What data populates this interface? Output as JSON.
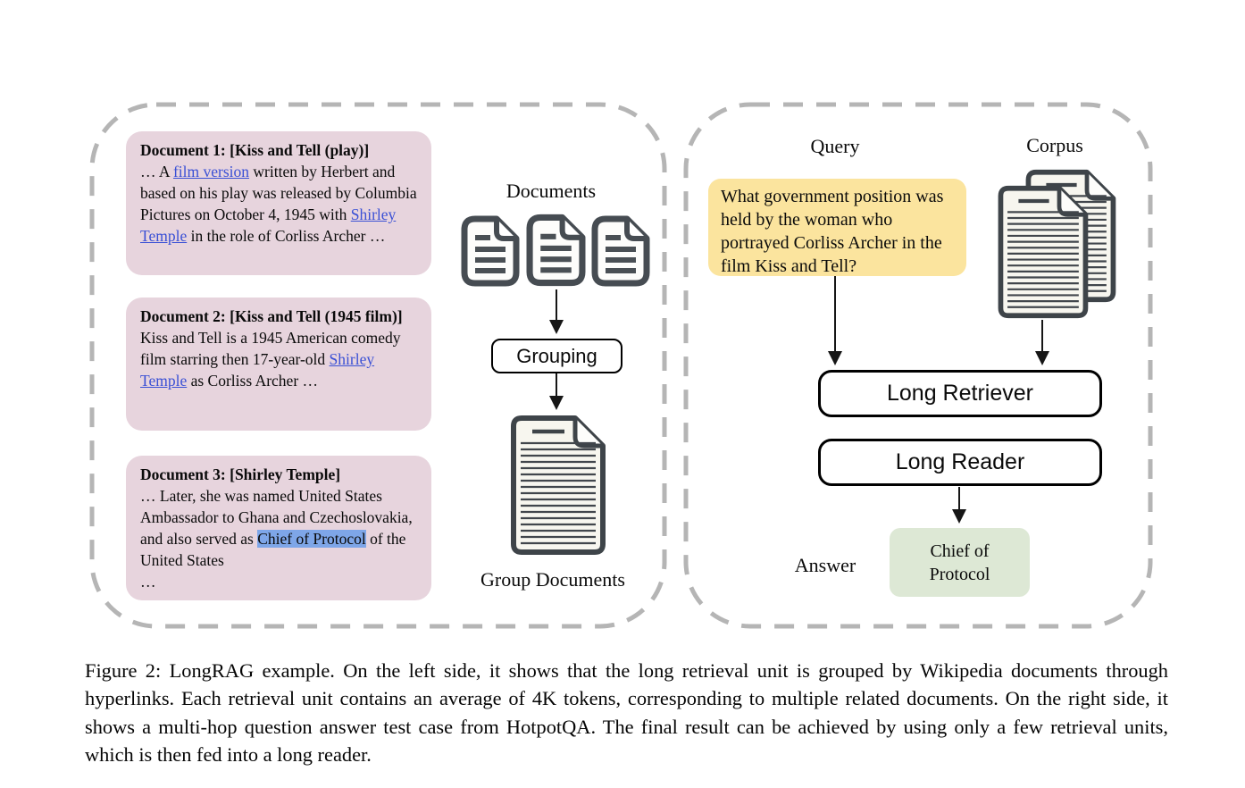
{
  "figure": {
    "left_panel": {
      "documents_label": "Documents",
      "grouping_label": "Grouping",
      "group_documents_label": "Group Documents",
      "cards": [
        {
          "title": "Document 1: [Kiss and Tell (play)]",
          "segments": [
            {
              "text": "… A ",
              "style": "plain"
            },
            {
              "text": "film version",
              "style": "link"
            },
            {
              "text": " written by Herbert and based on his play was released by Columbia Pictures on October 4, 1945 with ",
              "style": "plain"
            },
            {
              "text": "Shirley Temple",
              "style": "link"
            },
            {
              "text": " in the role of Corliss Archer …",
              "style": "plain"
            }
          ]
        },
        {
          "title": "Document 2: [Kiss and Tell (1945 film)]",
          "segments": [
            {
              "text": "Kiss and Tell is a 1945 American comedy film starring then 17-year-old ",
              "style": "plain"
            },
            {
              "text": "Shirley Temple",
              "style": "link"
            },
            {
              "text": " as Corliss Archer …",
              "style": "plain"
            }
          ]
        },
        {
          "title": "Document 3: [Shirley Temple]",
          "segments": [
            {
              "text": "… Later, she was named United States Ambassador to Ghana and Czechoslovakia, and also served as ",
              "style": "plain"
            },
            {
              "text": "Chief of Protocol",
              "style": "highlight"
            },
            {
              "text": " of the United States\n…",
              "style": "plain"
            }
          ]
        }
      ]
    },
    "right_panel": {
      "query_label": "Query",
      "corpus_label": "Corpus",
      "query_text": "What government position was held by the woman who portrayed Corliss Archer in the film Kiss and Tell?",
      "retriever_label": "Long Retriever",
      "reader_label": "Long Reader",
      "answer_label": "Answer",
      "answer_text": "Chief of\nProtocol"
    },
    "caption": "Figure 2: LongRAG example. On the left side, it shows that the long retrieval unit is grouped by Wikipedia documents through hyperlinks. Each retrieval unit contains an average of 4K tokens, corresponding to multiple related documents. On the right side, it shows a multi-hop question answer test case from HotpotQA. The final result can be achieved by using only a few retrieval units, which is then fed into a long reader."
  },
  "colors": {
    "card_bg": "#e7d4dd",
    "query_bg": "#fbe49e",
    "answer_bg": "#dde8d5",
    "highlight_bg": "#7ea6e8",
    "link_color": "#3a50d5",
    "dashed_border": "#b5b5b5",
    "icon_stroke": "#42484d",
    "arrow_color": "#161616"
  }
}
